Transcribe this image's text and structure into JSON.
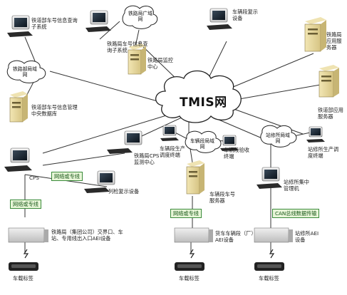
{
  "center": {
    "title": "TMIS网"
  },
  "nodes": {
    "n1": "铁道部车号信息查询子系统",
    "n2": "铁路局车号信息查询子系统",
    "n3": "铁路局广域网",
    "n4": "车辆段复示设备",
    "n5": "铁路局应用服务器",
    "n6": "铁路部局域网",
    "n7": "铁路局监控中心",
    "n8": "铁道部车号信息管理中央数据库",
    "n9": "铁道部应用服务器",
    "n10": "铁路局CPS监测中心",
    "n11": "车辆段生产调度终端",
    "n12": "车辆段局域网",
    "n13": "车辆段验收终端",
    "n14": "站修所局域网",
    "n15": "站修所生产调度终端",
    "n16": "CPS",
    "n17": "网络或专线",
    "n18": "列检复示设备",
    "n19": "车辆段车号服务器",
    "n20": "站修所集中管理机",
    "n21": "网络或专线",
    "n22": "网络或专线",
    "n23": "CAN总线数据传输",
    "n24": "铁路局（集团公司）交界口、车站、专用线出入口AEI设备",
    "n25": "货车车辆段（厂）AEI设备",
    "n26": "站修所AEI设备",
    "n27": "车载标签",
    "n28": "车载标签",
    "n29": "车载标签"
  }
}
